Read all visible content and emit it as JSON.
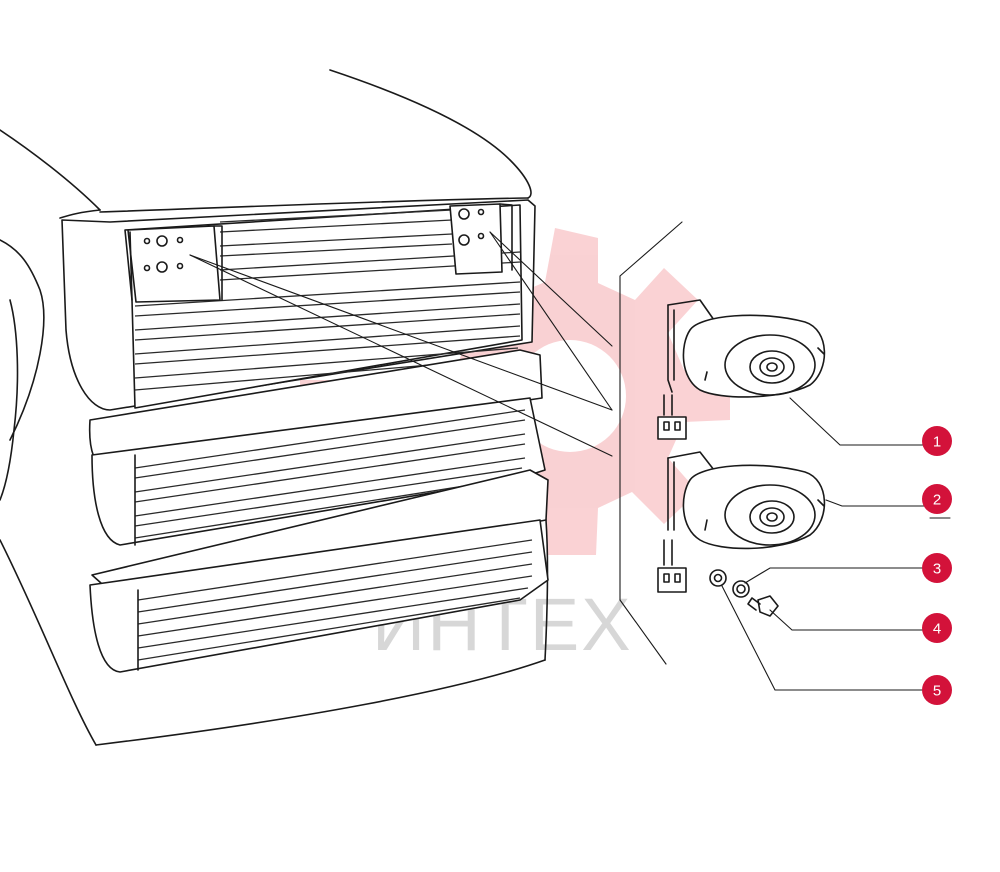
{
  "watermark": {
    "text": "ИНТЕХ",
    "color": "#e8323a",
    "text_color": "#d7d7d7"
  },
  "callout_color": "#d3123a",
  "callouts": [
    {
      "label": "1"
    },
    {
      "label": "2"
    },
    {
      "label": "3"
    },
    {
      "label": "4"
    },
    {
      "label": "5"
    }
  ]
}
